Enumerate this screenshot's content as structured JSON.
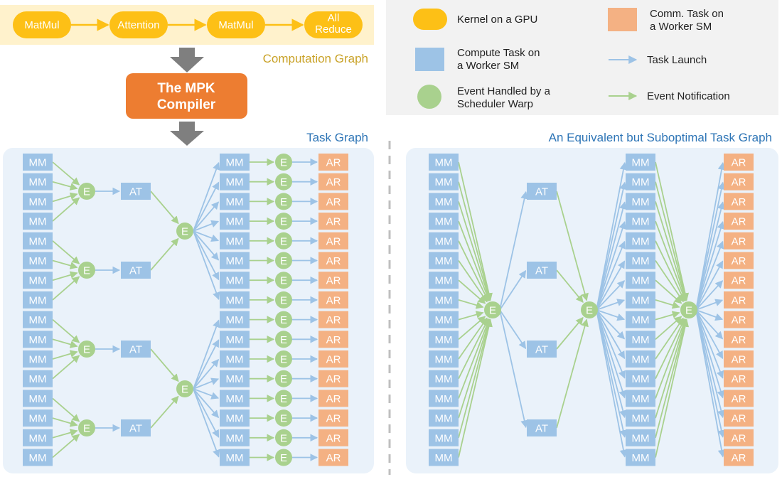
{
  "computation_graph": {
    "title": "Computation Graph",
    "kernels": [
      "MatMul",
      "Attention",
      "MatMul",
      "All Reduce"
    ]
  },
  "compiler": {
    "label": "The MPK Compiler"
  },
  "legend": {
    "kernel": "Kernel on a GPU",
    "compute_task": "Compute Task on a Worker SM",
    "event": "Event Handled by a Scheduler Warp",
    "comm_task": "Comm. Task on a Worker SM",
    "task_launch": "Task Launch",
    "event_notification": "Event Notification"
  },
  "task_graph": {
    "title": "Task Graph",
    "matmul_label": "MM",
    "attention_label": "AT",
    "event_label": "E",
    "allreduce_label": "AR",
    "matmul_count": 16,
    "attention_count": 4,
    "allreduce_count": 16
  },
  "suboptimal_graph": {
    "title": "An Equivalent but Suboptimal Task Graph",
    "matmul_label": "MM",
    "attention_label": "AT",
    "event_label": "E",
    "allreduce_label": "AR",
    "matmul_count": 16,
    "attention_count": 4,
    "allreduce_count": 16
  },
  "colors": {
    "kernel_fill": "#FDC016",
    "compute_fill": "#9DC3E6",
    "event_fill": "#A9D18E",
    "comm_fill": "#F4B183",
    "launch_line": "#9DC3E6",
    "notify_line": "#A9D18E",
    "compiler_fill": "#ED7D31",
    "computation_bg": "#FFF2CC",
    "panel_bg": "#EAF2FA",
    "legend_bg": "#F2F2F2",
    "title_orange": "#C9A227",
    "title_blue": "#2E75B6"
  }
}
